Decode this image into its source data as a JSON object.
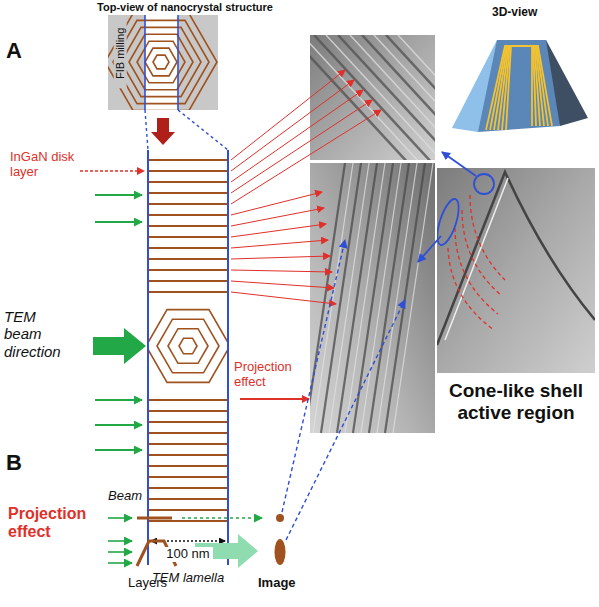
{
  "diagram": {
    "labels": [
      "A",
      "Top-view of nanocrystal structure",
      "FIB milling",
      "3D-view",
      "InGaN disk layer",
      "TEM beam direction",
      "Projection effect",
      "100 nm",
      "TEM lamella",
      "Cone-like shell active region",
      "B",
      "Projection effect",
      "Beam",
      "Layers",
      "Image"
    ]
  }
}
